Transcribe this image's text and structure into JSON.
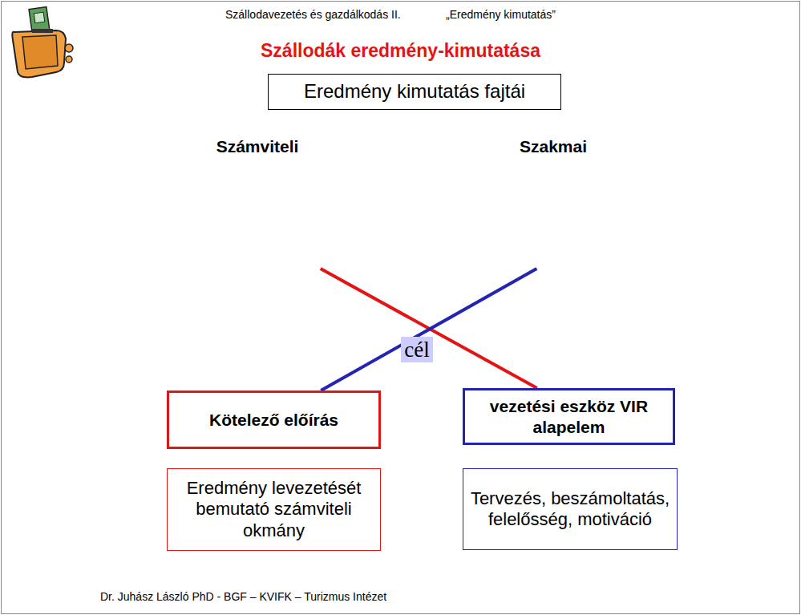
{
  "diagram": {
    "title": "Szállodák eredmény-kimutatása",
    "nodes": [
      {
        "text": [
          "Eredmény kimutatás fajtái"
        ]
      },
      {
        "text": [
          "Számviteli"
        ]
      },
      {
        "text": [
          "Szakmai"
        ]
      },
      {
        "text": [
          "cél"
        ]
      },
      {
        "text": [
          "Kötelező előírás"
        ]
      },
      {
        "text": [
          "vezetési eszköz VIR alapelem"
        ]
      },
      {
        "text": [
          "Eredmény levezetését bemutató számviteli okmány"
        ]
      },
      {
        "text": [
          "Tervezés, beszámoltatás, felelősség, motiváció"
        ]
      }
    ],
    "edges": [
      {
        "from": 1,
        "to": 5,
        "arrow": "none"
      },
      {
        "from": 2,
        "to": 4,
        "arrow": "none"
      }
    ],
    "labels": [
      "Szállodavezetés és gazdálkodás II.",
      "„Eredmény kimutatás”",
      "Dr. Juhász László PhD - BGF – KVIFK – Turizmus Intézet"
    ]
  }
}
